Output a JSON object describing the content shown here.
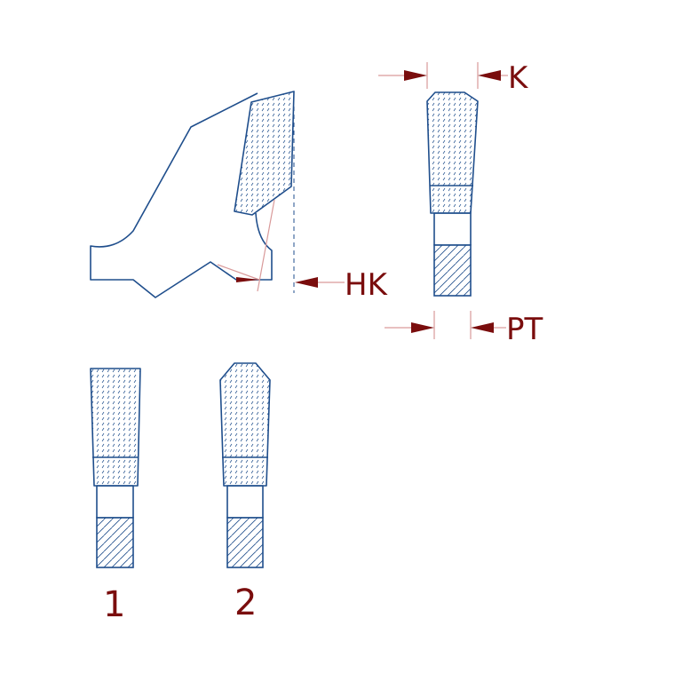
{
  "labels": {
    "hook": "HK",
    "kerf": "K",
    "plate_thickness": "PT",
    "variant_1": "1",
    "variant_2": "2"
  },
  "colors": {
    "outline": "#1f4e8c",
    "label": "#7a0d0d",
    "dimension_line": "#d99a9a"
  }
}
